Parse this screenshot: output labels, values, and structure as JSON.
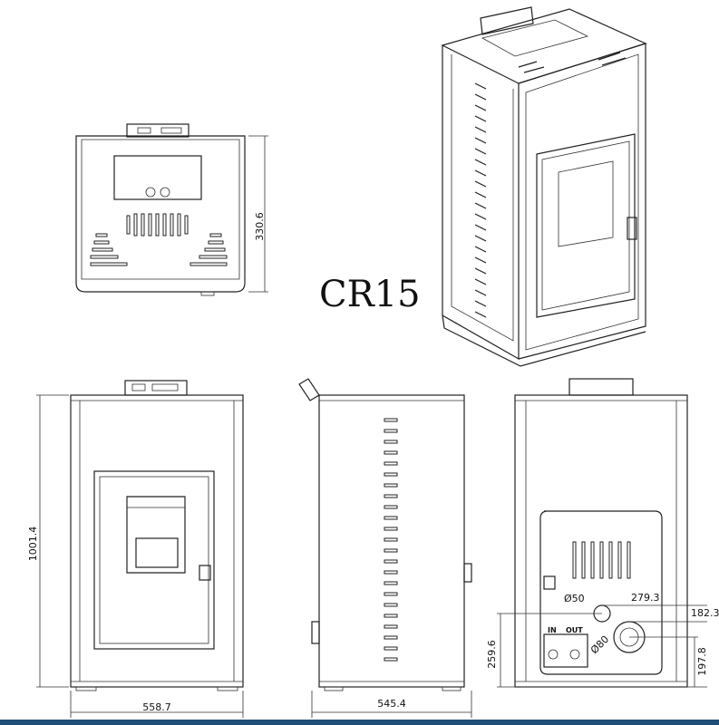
{
  "model": "CR15",
  "dimensions": {
    "height": "1001.4",
    "width": "558.7",
    "depth": "545.4",
    "top_depth": "330.6",
    "outlet_horizontal": "279.3",
    "outlet_right": "182.3",
    "inlet_height": "259.6",
    "outlet_height": "197.8",
    "pipe_small": "Ø50",
    "pipe_large": "Ø80"
  },
  "labels": {
    "in": "IN",
    "out": "OUT"
  },
  "colors": {
    "line": "#222222",
    "footer_bar": "#1f4e79"
  }
}
